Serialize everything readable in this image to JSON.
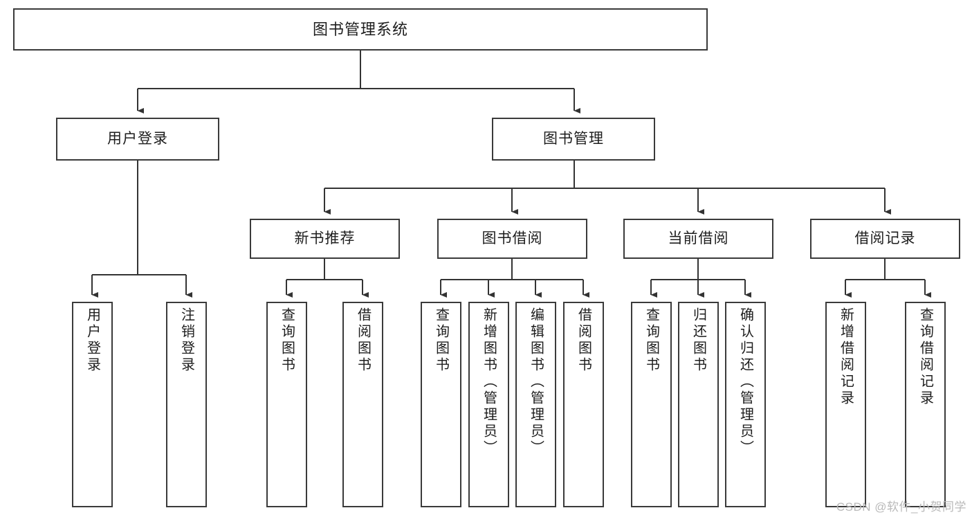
{
  "diagram": {
    "title": "图书管理系统",
    "type": "hierarchy-tree",
    "background_color": "#ffffff",
    "box_border_color": "#3a3a3a",
    "connector_color": "#333333",
    "text_color": "#1d1d1d"
  },
  "nodes": {
    "root": {
      "label": "图书管理系统"
    },
    "level2": [
      {
        "id": "user-login",
        "label": "用户登录"
      },
      {
        "id": "book-manage",
        "label": "图书管理"
      }
    ],
    "level3": [
      {
        "id": "new-book-recommend",
        "label": "新书推荐"
      },
      {
        "id": "book-borrow",
        "label": "图书借阅"
      },
      {
        "id": "current-borrow",
        "label": "当前借阅"
      },
      {
        "id": "borrow-record",
        "label": "借阅记录"
      }
    ],
    "leaves": [
      {
        "id": "leaf-user-login",
        "label": "用户登录",
        "parent": "user-login"
      },
      {
        "id": "leaf-logout",
        "label": "注销登录",
        "parent": "user-login"
      },
      {
        "id": "leaf-query-book-1",
        "label": "查询图书",
        "parent": "new-book-recommend"
      },
      {
        "id": "leaf-borrow-book-1",
        "label": "借阅图书",
        "parent": "new-book-recommend"
      },
      {
        "id": "leaf-query-book-2",
        "label": "查询图书",
        "parent": "book-borrow"
      },
      {
        "id": "leaf-add-book",
        "label": "新增图书（管理员）",
        "parent": "book-borrow"
      },
      {
        "id": "leaf-edit-book",
        "label": "编辑图书（管理员）",
        "parent": "book-borrow"
      },
      {
        "id": "leaf-borrow-book-2",
        "label": "借阅图书",
        "parent": "book-borrow"
      },
      {
        "id": "leaf-query-book-3",
        "label": "查询图书",
        "parent": "current-borrow"
      },
      {
        "id": "leaf-return-book",
        "label": "归还图书",
        "parent": "current-borrow"
      },
      {
        "id": "leaf-confirm-return",
        "label": "确认归还（管理员）",
        "parent": "current-borrow"
      },
      {
        "id": "leaf-add-record",
        "label": "新增借阅记录",
        "parent": "borrow-record"
      },
      {
        "id": "leaf-query-record",
        "label": "查询借阅记录",
        "parent": "borrow-record"
      }
    ]
  },
  "watermark": {
    "text": "CSDN @软件_小贺同学"
  }
}
